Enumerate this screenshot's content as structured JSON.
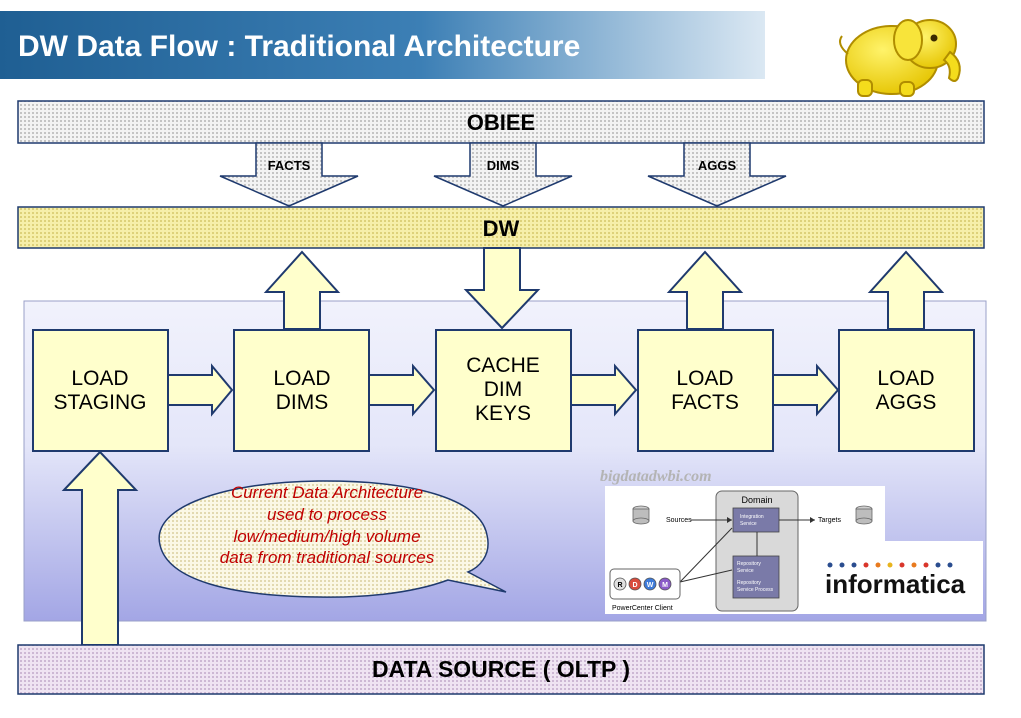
{
  "header": {
    "title": "DW Data Flow : Traditional Architecture"
  },
  "layers": {
    "top": "OBIEE",
    "middle": "DW",
    "bottom": "DATA SOURCE ( OLTP )"
  },
  "flow_arrows": {
    "facts": "FACTS",
    "dims": "DIMS",
    "aggs": "AGGS"
  },
  "steps": {
    "load_staging": [
      "LOAD",
      "STAGING"
    ],
    "load_dims": [
      "LOAD",
      "DIMS"
    ],
    "cache_dim_keys": [
      "CACHE",
      "DIM",
      "KEYS"
    ],
    "load_facts": [
      "LOAD",
      "FACTS"
    ],
    "load_aggs": [
      "LOAD",
      "AGGS"
    ]
  },
  "callout": [
    "Current Data Architecture",
    "used to process",
    "low/medium/high volume",
    "data from traditional sources"
  ],
  "watermark": "bigdatadwbi.com",
  "informatica": {
    "logo_text": "informatica",
    "domain_label": "Domain",
    "sources_label": "Sources",
    "targets_label": "Targets",
    "integration_service": [
      "Integration",
      "Service"
    ],
    "repository_service": [
      "Repository",
      "Service"
    ],
    "repository_process": [
      "Repository",
      "Service Process"
    ],
    "client_label": "PowerCenter Client",
    "client_letters": [
      "R",
      "D",
      "W",
      "M"
    ]
  },
  "colors": {
    "header_dark": "#1f5f93",
    "header_light": "#dbe8f3",
    "dw_fill": "#f4ec9c",
    "box_fill": "#ffffcc",
    "box_border": "#1f3a6e",
    "pipeline_top": "#eef0fb",
    "pipeline_bottom": "#a6a9e6",
    "source_fill": "#e9d7ee",
    "callout_text": "#c00000"
  },
  "icons": {
    "mascot": "hadoop-elephant-icon",
    "db": "database-icon"
  }
}
